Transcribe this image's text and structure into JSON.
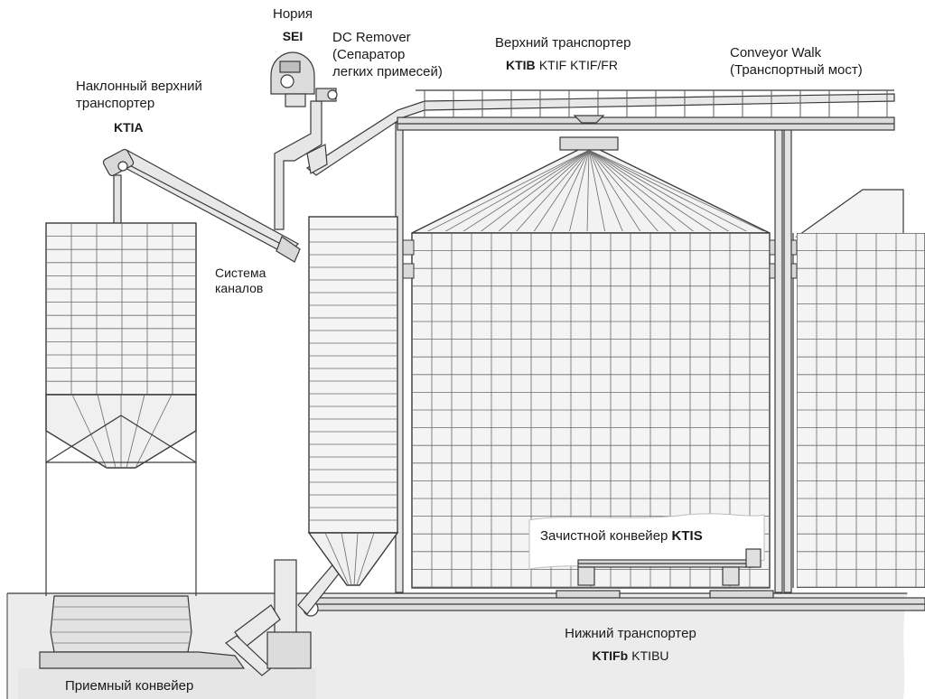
{
  "labels": {
    "elevator": {
      "title": "Нория",
      "code": "SEI"
    },
    "dc_remover": {
      "title": "DC Remover",
      "line2": "(Сепаратор",
      "line3": "легких примесей)"
    },
    "top_conveyor": {
      "title": "Верхний транспортер",
      "code_bold": "KTIB",
      "code_rest": "KTIF KTIF/FR"
    },
    "conveyor_walk": {
      "title": "Conveyor Walk",
      "line2": "(Транспортный мост)"
    },
    "incline_conveyor": {
      "line1": "Наклонный верхний",
      "line2": "транспортер",
      "code": "KTIA"
    },
    "spout_system": {
      "line1": "Система",
      "line2": "каналов"
    },
    "sweep_conveyor": {
      "title": "Зачистной конвейер",
      "code": "KTIS"
    },
    "bottom_conveyor": {
      "title": "Нижний транспортер",
      "code_bold": "KTIFb",
      "code_rest": "KTIBU"
    },
    "intake_conveyor": {
      "title": "Приемный конвейер"
    }
  },
  "colors": {
    "stroke": "#3a3a3a",
    "fill_light": "#f2f2f2",
    "fill_mid": "#d9d9d9",
    "ground": "#ebebeb"
  }
}
